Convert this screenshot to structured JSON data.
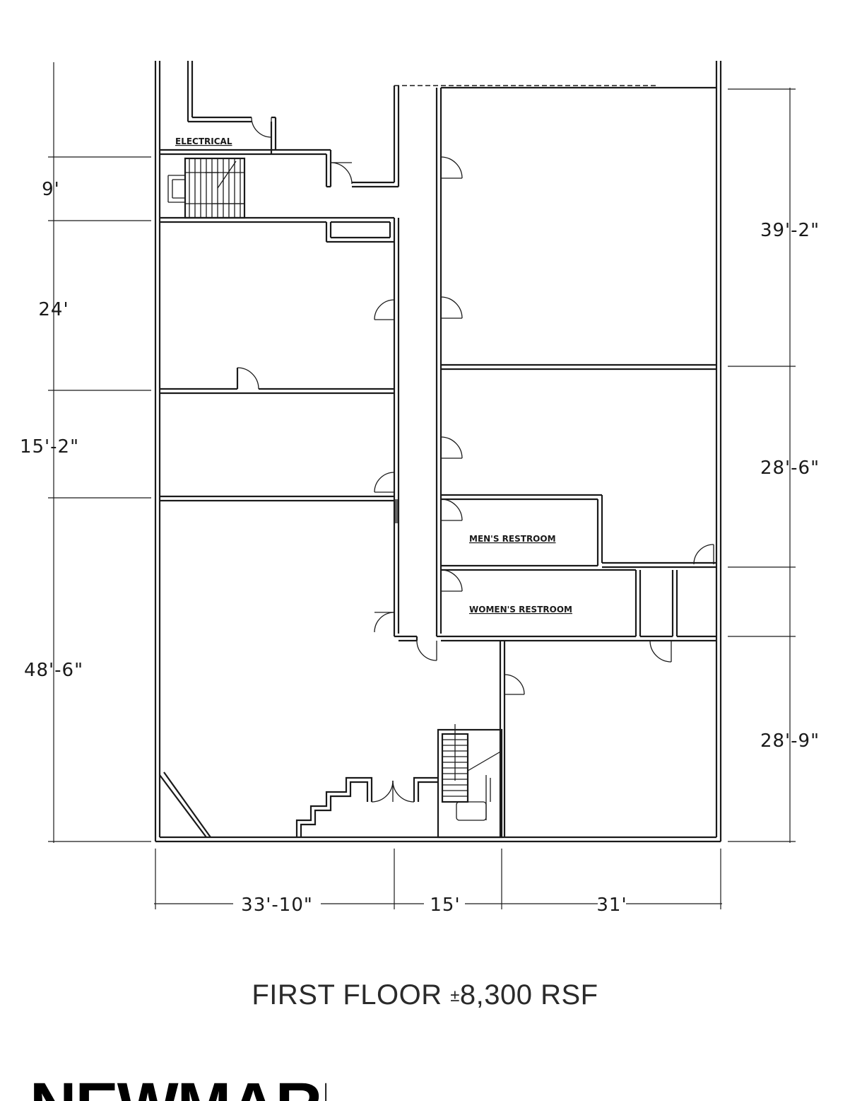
{
  "plan": {
    "rooms": {
      "electrical": "ELECTRICAL",
      "mens_restroom": "MEN'S RESTROOM",
      "womens_restroom": "WOMEN'S RESTROOM"
    },
    "dimensions": {
      "left": [
        "9'",
        "24'",
        "15'-2\"",
        "48'-6\""
      ],
      "right": [
        "39'-2\"",
        "28'-6\"",
        "28'-9\""
      ],
      "bottom": [
        "33'-10\"",
        "15'",
        "31'"
      ]
    }
  },
  "caption": {
    "title": "FIRST FLOOR",
    "plusminus": "±",
    "area": "8,300 RSF"
  },
  "brand": {
    "name": "NEWMARK"
  }
}
